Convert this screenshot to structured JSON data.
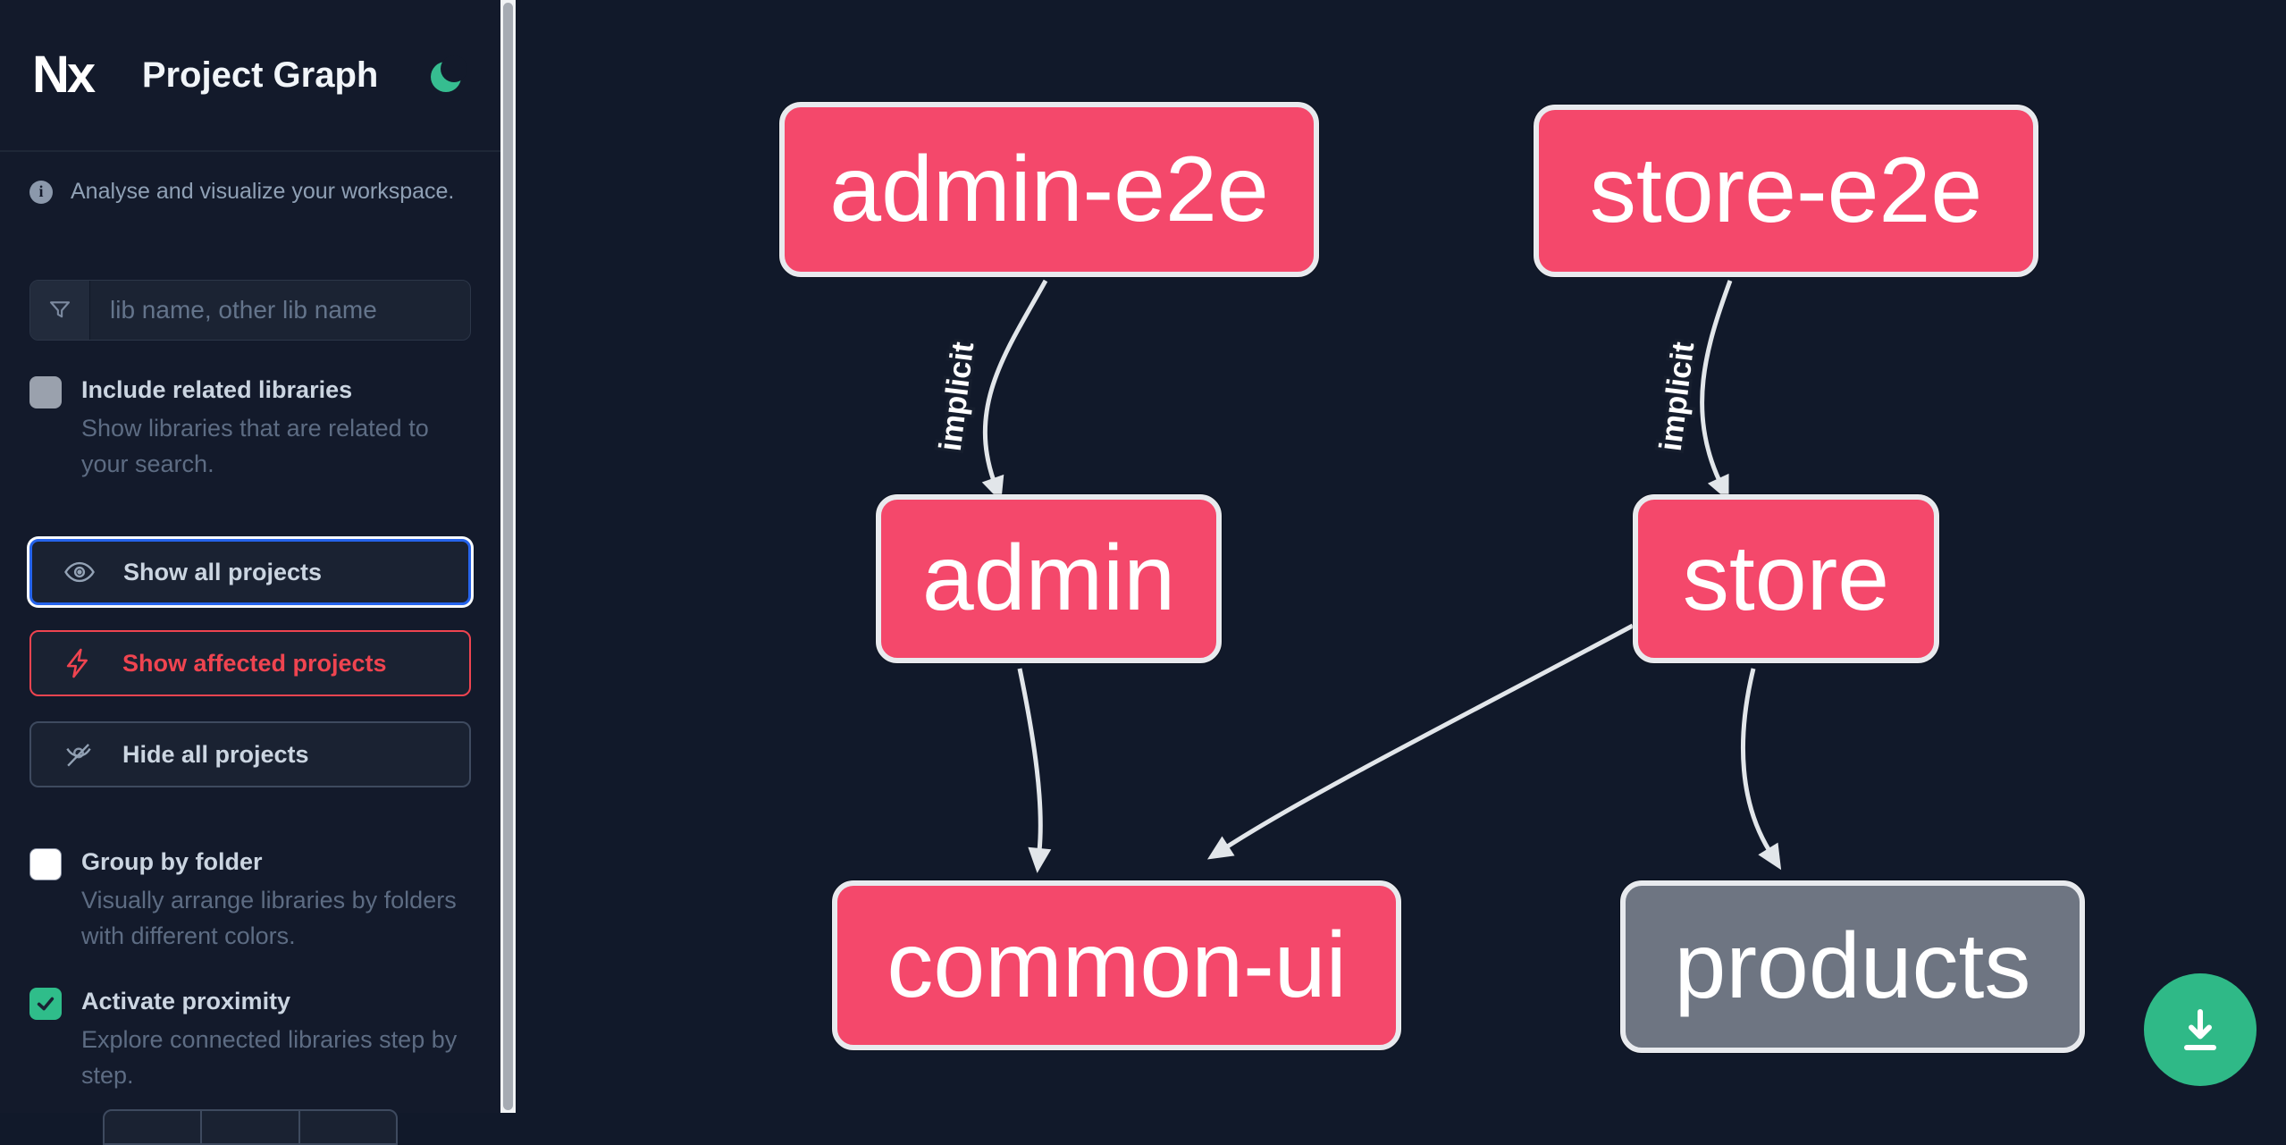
{
  "header": {
    "logo_text": "Nx",
    "title": "Project Graph"
  },
  "sidebar": {
    "tagline": "Analyse and visualize your workspace.",
    "search": {
      "placeholder": "lib name, other lib name"
    },
    "include_related": {
      "label": "Include related libraries",
      "description": "Show libraries that are related to your search.",
      "checked": false
    },
    "actions": [
      {
        "id": "show-all",
        "label": "Show all projects",
        "focused": true
      },
      {
        "id": "show-affected",
        "label": "Show affected projects",
        "focused": false
      },
      {
        "id": "hide-all",
        "label": "Hide all projects",
        "focused": false
      }
    ],
    "group_by_folder": {
      "label": "Group by folder",
      "description": "Visually arrange libraries by folders with different colors.",
      "checked": false
    },
    "activate_proximity": {
      "label": "Activate proximity",
      "description": "Explore connected libraries step by step.",
      "checked": true
    }
  },
  "graph": {
    "nodes": [
      {
        "id": "admin-e2e",
        "label": "admin-e2e",
        "color": "#f4486b"
      },
      {
        "id": "store-e2e",
        "label": "store-e2e",
        "color": "#f4486b"
      },
      {
        "id": "admin",
        "label": "admin",
        "color": "#f4486b"
      },
      {
        "id": "store",
        "label": "store",
        "color": "#f4486b"
      },
      {
        "id": "common-ui",
        "label": "common-ui",
        "color": "#f4486b"
      },
      {
        "id": "products",
        "label": "products",
        "color": "#6e7582"
      }
    ],
    "edges": [
      {
        "from": "admin-e2e",
        "to": "admin",
        "label": "implicit"
      },
      {
        "from": "store-e2e",
        "to": "store",
        "label": "implicit"
      },
      {
        "from": "admin",
        "to": "common-ui",
        "label": ""
      },
      {
        "from": "store",
        "to": "common-ui",
        "label": ""
      },
      {
        "from": "store",
        "to": "products",
        "label": ""
      }
    ]
  },
  "colors": {
    "node_affected_pink": "#f4486b",
    "node_default_gray": "#6e7582",
    "edge_gray": "#e2e6ea",
    "accent_green": "#2fb987",
    "focus_blue": "#2563eb",
    "danger_red": "#ef4450",
    "background": "#11192a"
  }
}
